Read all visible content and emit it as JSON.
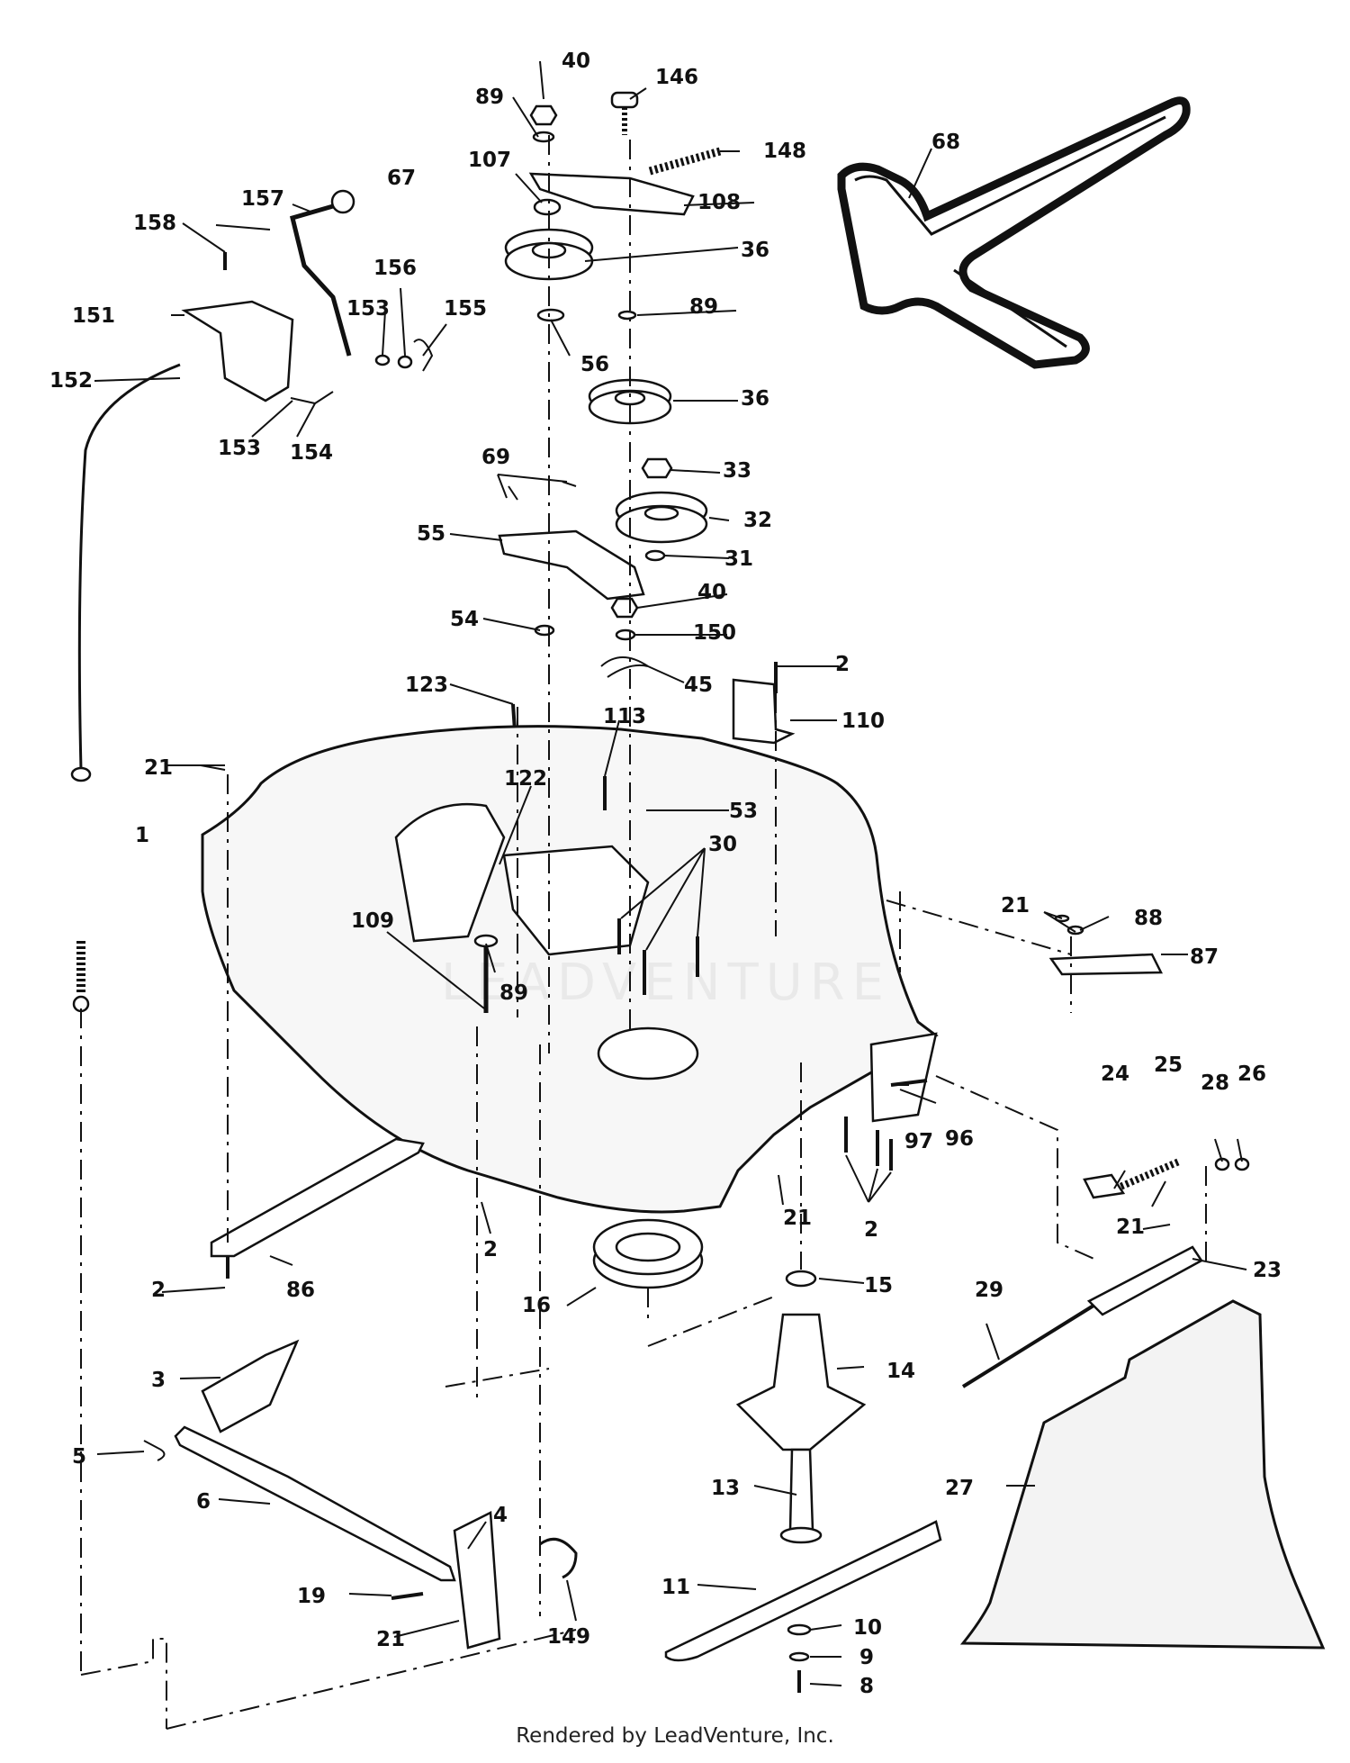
{
  "footer": {
    "text": "Rendered by LeadVenture, Inc."
  },
  "watermark": {
    "text": "LEADVENTURE"
  },
  "callouts": [
    {
      "id": "c1",
      "label": "1"
    },
    {
      "id": "c2a",
      "label": "2"
    },
    {
      "id": "c2b",
      "label": "2"
    },
    {
      "id": "c2c",
      "label": "2"
    },
    {
      "id": "c2d",
      "label": "2"
    },
    {
      "id": "c3",
      "label": "3"
    },
    {
      "id": "c4",
      "label": "4"
    },
    {
      "id": "c5",
      "label": "5"
    },
    {
      "id": "c6",
      "label": "6"
    },
    {
      "id": "c8",
      "label": "8"
    },
    {
      "id": "c9",
      "label": "9"
    },
    {
      "id": "c10",
      "label": "10"
    },
    {
      "id": "c11",
      "label": "11"
    },
    {
      "id": "c13",
      "label": "13"
    },
    {
      "id": "c14",
      "label": "14"
    },
    {
      "id": "c15",
      "label": "15"
    },
    {
      "id": "c16",
      "label": "16"
    },
    {
      "id": "c19",
      "label": "19"
    },
    {
      "id": "c21a",
      "label": "21"
    },
    {
      "id": "c21b",
      "label": "21"
    },
    {
      "id": "c21c",
      "label": "21"
    },
    {
      "id": "c21d",
      "label": "21"
    },
    {
      "id": "c21e",
      "label": "21"
    },
    {
      "id": "c23",
      "label": "23"
    },
    {
      "id": "c24",
      "label": "24"
    },
    {
      "id": "c25",
      "label": "25"
    },
    {
      "id": "c26",
      "label": "26"
    },
    {
      "id": "c27",
      "label": "27"
    },
    {
      "id": "c28",
      "label": "28"
    },
    {
      "id": "c29",
      "label": "29"
    },
    {
      "id": "c30",
      "label": "30"
    },
    {
      "id": "c31",
      "label": "31"
    },
    {
      "id": "c32",
      "label": "32"
    },
    {
      "id": "c33",
      "label": "33"
    },
    {
      "id": "c36a",
      "label": "36"
    },
    {
      "id": "c36b",
      "label": "36"
    },
    {
      "id": "c40a",
      "label": "40"
    },
    {
      "id": "c40b",
      "label": "40"
    },
    {
      "id": "c45",
      "label": "45"
    },
    {
      "id": "c53",
      "label": "53"
    },
    {
      "id": "c54",
      "label": "54"
    },
    {
      "id": "c55",
      "label": "55"
    },
    {
      "id": "c56",
      "label": "56"
    },
    {
      "id": "c67",
      "label": "67"
    },
    {
      "id": "c68",
      "label": "68"
    },
    {
      "id": "c69",
      "label": "69"
    },
    {
      "id": "c86",
      "label": "86"
    },
    {
      "id": "c87",
      "label": "87"
    },
    {
      "id": "c88",
      "label": "88"
    },
    {
      "id": "c89a",
      "label": "89"
    },
    {
      "id": "c89b",
      "label": "89"
    },
    {
      "id": "c89c",
      "label": "89"
    },
    {
      "id": "c96",
      "label": "96"
    },
    {
      "id": "c97",
      "label": "97"
    },
    {
      "id": "c107",
      "label": "107"
    },
    {
      "id": "c108",
      "label": "108"
    },
    {
      "id": "c109",
      "label": "109"
    },
    {
      "id": "c110",
      "label": "110"
    },
    {
      "id": "c113",
      "label": "113"
    },
    {
      "id": "c122",
      "label": "122"
    },
    {
      "id": "c123",
      "label": "123"
    },
    {
      "id": "c146",
      "label": "146"
    },
    {
      "id": "c148",
      "label": "148"
    },
    {
      "id": "c149",
      "label": "149"
    },
    {
      "id": "c150",
      "label": "150"
    },
    {
      "id": "c151",
      "label": "151"
    },
    {
      "id": "c152",
      "label": "152"
    },
    {
      "id": "c153a",
      "label": "153"
    },
    {
      "id": "c153b",
      "label": "153"
    },
    {
      "id": "c154",
      "label": "154"
    },
    {
      "id": "c155",
      "label": "155"
    },
    {
      "id": "c156",
      "label": "156"
    },
    {
      "id": "c157",
      "label": "157"
    },
    {
      "id": "c158",
      "label": "158"
    }
  ]
}
